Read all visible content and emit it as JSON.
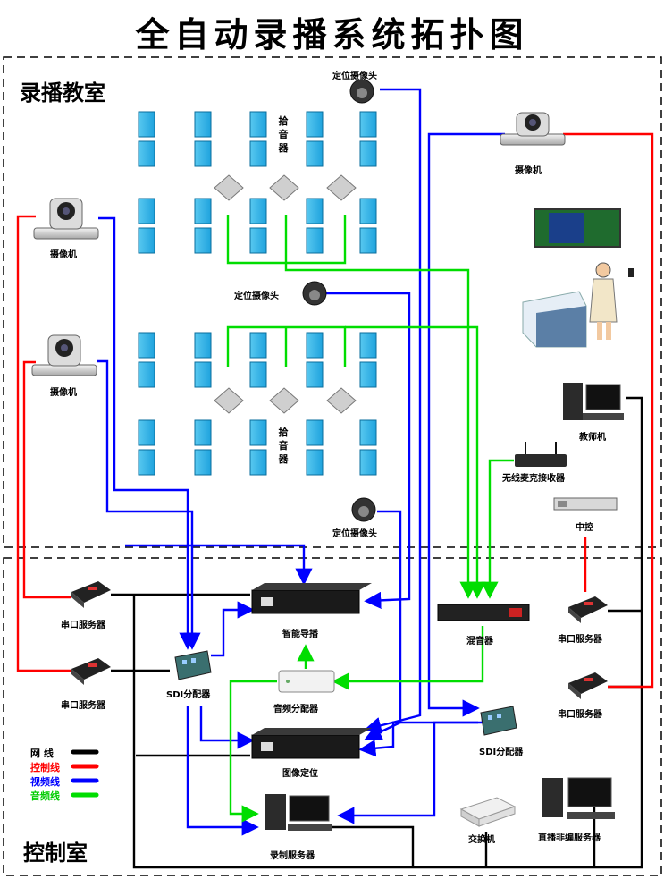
{
  "title": "全自动录播系统拓扑图",
  "zones": {
    "classroom": "录播教室",
    "control_room": "控制室"
  },
  "devices": {
    "pos_camera_top": "定位摄像头",
    "pos_camera_mid": "定位摄像头",
    "pos_camera_bottom": "定位摄像头",
    "camera_right": "摄像机",
    "camera_left_1": "摄像机",
    "camera_left_2": "摄像机",
    "mic_top": "拾音器",
    "mic_bottom": "拾音器",
    "teacher_pc": "教师机",
    "wireless_receiver": "无线麦克接收器",
    "central_control": "中控",
    "serial_server_left_1": "串口服务器",
    "serial_server_left_2": "串口服务器",
    "serial_server_right_1": "串口服务器",
    "serial_server_right_2": "串口服务器",
    "smart_director": "智能导播",
    "sdi_splitter_left": "SDI分配器",
    "sdi_splitter_right": "SDI分配器",
    "audio_splitter": "音频分配器",
    "mixer": "混音器",
    "image_positioning": "图像定位",
    "recording_server": "录制服务器",
    "switch": "交换机",
    "live_server": "直播非编服务器"
  },
  "legend": [
    {
      "label": "网  线",
      "color": "#000000"
    },
    {
      "label": "控制线",
      "color": "#ff0000"
    },
    {
      "label": "视频线",
      "color": "#0000ff"
    },
    {
      "label": "音频线",
      "color": "#00cc00"
    }
  ]
}
